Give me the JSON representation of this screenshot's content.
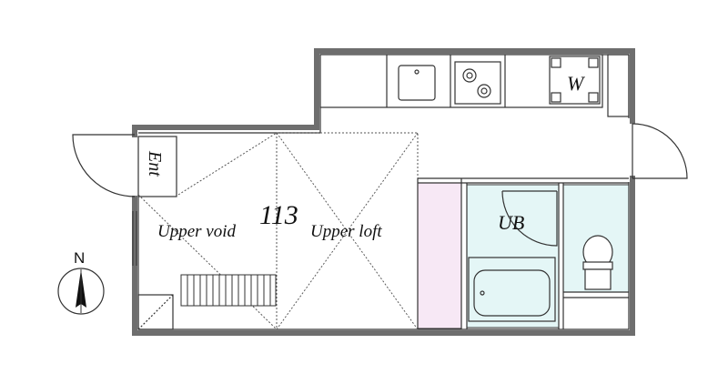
{
  "plan": {
    "room_number": "113",
    "labels": {
      "entrance": "Ent",
      "upper_void": "Upper void",
      "upper_loft": "Upper loft",
      "unit_bath": "UB",
      "washer": "W",
      "compass": "N"
    },
    "colors": {
      "wall": "#6e6e6e",
      "line": "#333333",
      "bath_fill": "#e4f6f6",
      "closet_fill": "#f7e8f5",
      "background": "#ffffff"
    }
  }
}
